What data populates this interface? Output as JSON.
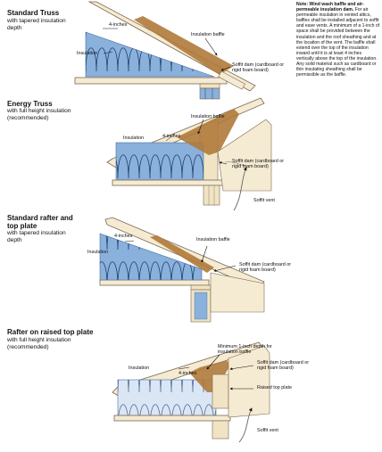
{
  "note": {
    "heading": "Note: Wind wash baffle and air-permeable insulation dam.",
    "body": "For air permeable insulation in vented attics, baffles shall be installed adjacent to soffit and eave vents. A minimum of a 1-inch of space shall be provided between the insulation and the roof sheathing and at the location of the vent. The baffle shall extend over the top of the insulation inward until it is at least 4 inches vertically above the top of the insulation. Any solid material such as cardboard or thin insulating sheathing shall be permissible as the baffle."
  },
  "panels": [
    {
      "title": "Standard Truss",
      "subtitle": "with tapered insulation depth",
      "labels": {
        "four_inches": "4-inches",
        "insulation": "Insulation",
        "baffle": "Insulation baffle",
        "soffit_dam": "Soffit dam (cardboard or rigid foam board)"
      }
    },
    {
      "title": "Energy Truss",
      "subtitle": "with full height insulation (recommended)",
      "labels": {
        "baffle": "Insulation baffle",
        "insulation": "Insulation",
        "four_inches": "4-inches",
        "soffit_dam": "Soffit dam (cardboard or rigid foam board)",
        "soffit_vent": "Soffit vent"
      }
    },
    {
      "title": "Standard rafter and top plate",
      "subtitle": "with tapered insulation depth",
      "labels": {
        "four_inches": "4-inches",
        "insulation": "Insulation",
        "baffle": "Insulation baffle",
        "soffit_dam": "Soffit dam (cardboard or rigid foam board)"
      }
    },
    {
      "title": "Rafter on raised top plate",
      "subtitle": "with full height insulation (recommended)",
      "labels": {
        "min_depth": "Minimum 1-inch depth for insulation baffle",
        "insulation": "Insulation",
        "four_inches": "4-inches",
        "soffit_dam": "Soffit dam (cardboard or rigid foam board)",
        "raised_plate": "Raised top plate",
        "soffit_vent": "Soffit vent"
      }
    }
  ],
  "colors": {
    "wood": "#f5ead2",
    "wood_edge": "#7a6a50",
    "baffle": "#b07a3a",
    "insulation_blue": "#8ab0dc",
    "insulation_blue_dark": "#6f98cc",
    "insulation_light": "#dbe6f4",
    "stud": "#f0e4c4"
  }
}
